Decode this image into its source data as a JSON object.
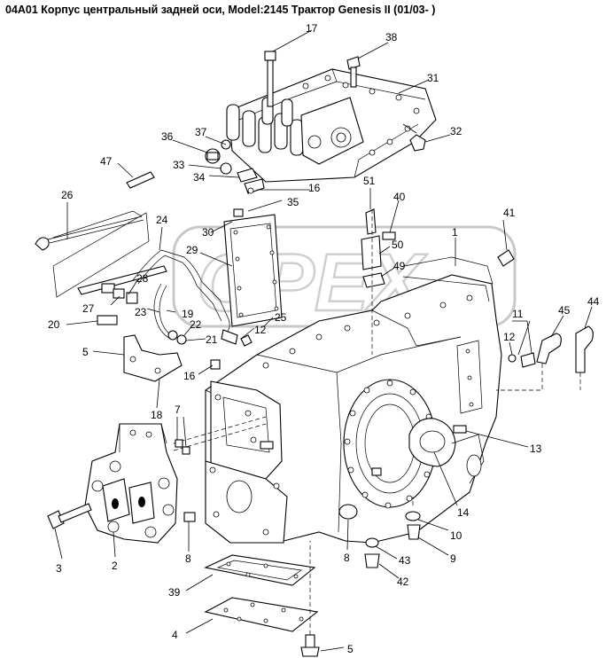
{
  "title": "04A01 Корпус центральный задней оси, Model:2145 Трактор Genesis II (01/03- )",
  "watermark_text": "OPEX",
  "callouts": [
    {
      "text": "17"
    },
    {
      "text": "38"
    },
    {
      "text": "31"
    },
    {
      "text": "32"
    },
    {
      "text": "37"
    },
    {
      "text": "36"
    },
    {
      "text": "33"
    },
    {
      "text": "34"
    },
    {
      "text": "47"
    },
    {
      "text": "16"
    },
    {
      "text": "35"
    },
    {
      "text": "26"
    },
    {
      "text": "24"
    },
    {
      "text": "30"
    },
    {
      "text": "29"
    },
    {
      "text": "51"
    },
    {
      "text": "40"
    },
    {
      "text": "41"
    },
    {
      "text": "1"
    },
    {
      "text": "50"
    },
    {
      "text": "49"
    },
    {
      "text": "28"
    },
    {
      "text": "27"
    },
    {
      "text": "23"
    },
    {
      "text": "19"
    },
    {
      "text": "25"
    },
    {
      "text": "20"
    },
    {
      "text": "22"
    },
    {
      "text": "12"
    },
    {
      "text": "21"
    },
    {
      "text": "5"
    },
    {
      "text": "11"
    },
    {
      "text": "45"
    },
    {
      "text": "44"
    },
    {
      "text": "12"
    },
    {
      "text": "16"
    },
    {
      "text": "18"
    },
    {
      "text": "7"
    },
    {
      "text": "13"
    },
    {
      "text": "14"
    },
    {
      "text": "10"
    },
    {
      "text": "3"
    },
    {
      "text": "2"
    },
    {
      "text": "8"
    },
    {
      "text": "8"
    },
    {
      "text": "43"
    },
    {
      "text": "9"
    },
    {
      "text": "42"
    },
    {
      "text": "39"
    },
    {
      "text": "4"
    },
    {
      "text": "5"
    }
  ]
}
